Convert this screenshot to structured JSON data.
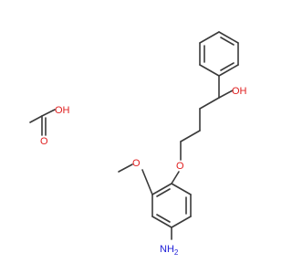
{
  "structure": {
    "labels": {
      "acid_oh": "OH",
      "acid_o": "O",
      "hydroxyl": "OH",
      "ether_o": "O",
      "methoxy_o": "O",
      "amine": "NH",
      "amine_sub": "2"
    },
    "colors": {
      "bond": "#3a3a3a",
      "oxygen": "#e02020",
      "nitrogen": "#2020d8",
      "carbon_text": "#2d2d2d"
    }
  }
}
